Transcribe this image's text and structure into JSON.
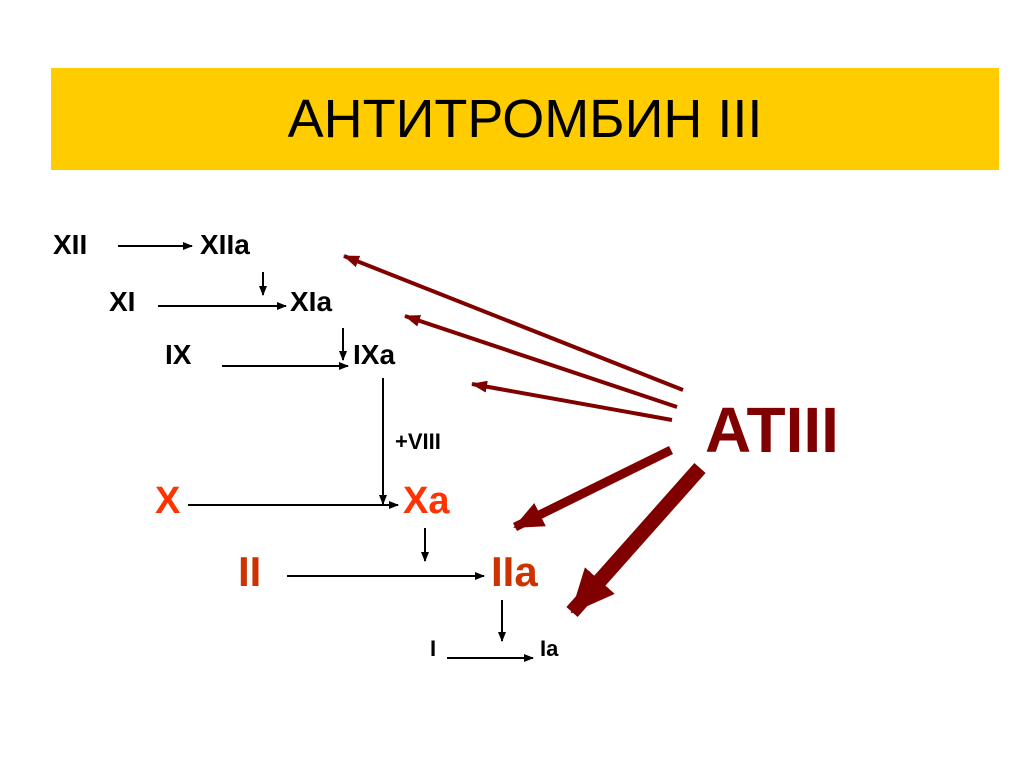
{
  "slide": {
    "title": "АНТИТРОМБИН III"
  },
  "cascade": {
    "xii": "XII",
    "xiia": "XIIa",
    "xi": "XI",
    "xia": "XIa",
    "ix": "IX",
    "ixa": "IXa",
    "viii": "+VIII",
    "x": "X",
    "xa": "Xa",
    "ii": "II",
    "iia": "IIa",
    "i": "I",
    "ia": "Ia"
  },
  "inhibitor": {
    "label": "ATIII"
  },
  "colors": {
    "title_band": "#ffcc00",
    "factor_text": "#000000",
    "highlight_x": "#ff3300",
    "highlight_ii": "#cc3300",
    "inhibitor": "#800000",
    "inhibition_arrow": "#800000"
  }
}
